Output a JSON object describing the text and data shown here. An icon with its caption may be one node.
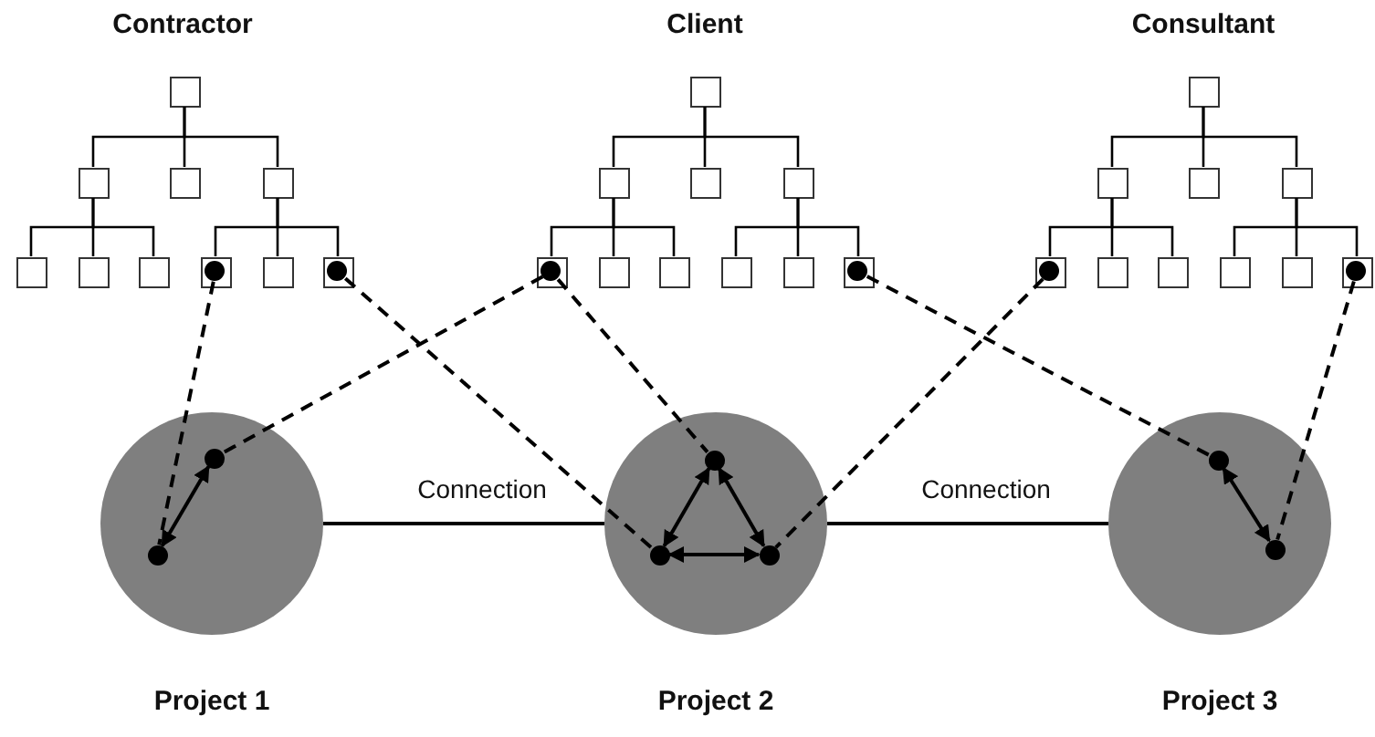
{
  "diagram": {
    "nodes": [
      {
        "text": [],
        "shape": "box"
      },
      {
        "text": [],
        "shape": "box"
      },
      {
        "text": [],
        "shape": "box"
      },
      {
        "text": [],
        "shape": "box"
      },
      {
        "text": [],
        "shape": "box"
      },
      {
        "text": [],
        "shape": "box"
      },
      {
        "text": [],
        "shape": "box"
      },
      {
        "text": [],
        "shape": "box"
      },
      {
        "text": [],
        "shape": "circle",
        "in": 7
      },
      {
        "text": [],
        "shape": "box"
      },
      {
        "text": [],
        "shape": "box"
      },
      {
        "text": [],
        "shape": "circle",
        "in": 10
      },
      {
        "text": [],
        "shape": "box"
      },
      {
        "text": [],
        "shape": "box"
      },
      {
        "text": [],
        "shape": "box"
      },
      {
        "text": [],
        "shape": "box"
      },
      {
        "text": [],
        "shape": "box"
      },
      {
        "text": [],
        "shape": "circle",
        "in": 16
      },
      {
        "text": [],
        "shape": "box"
      },
      {
        "text": [],
        "shape": "box"
      },
      {
        "text": [],
        "shape": "box"
      },
      {
        "text": [],
        "shape": "box"
      },
      {
        "text": [],
        "shape": "box"
      },
      {
        "text": [],
        "shape": "circle",
        "in": 22
      },
      {
        "text": [],
        "shape": "box"
      },
      {
        "text": [],
        "shape": "box"
      },
      {
        "text": [],
        "shape": "box"
      },
      {
        "text": [],
        "shape": "box"
      },
      {
        "text": [],
        "shape": "box"
      },
      {
        "text": [],
        "shape": "circle",
        "in": 28
      },
      {
        "text": [],
        "shape": "box"
      },
      {
        "text": [],
        "shape": "box"
      },
      {
        "text": [],
        "shape": "box"
      },
      {
        "text": [],
        "shape": "box"
      },
      {
        "text": [],
        "shape": "box"
      },
      {
        "text": [],
        "shape": "circle",
        "in": 34
      },
      {
        "text": [
          "Project 1"
        ]
      },
      {
        "text": [],
        "shape": "circle",
        "in": 36
      },
      {
        "text": [],
        "shape": "circle",
        "in": 36
      },
      {
        "text": [
          "Project 2"
        ]
      },
      {
        "text": [],
        "shape": "circle",
        "in": 39
      },
      {
        "text": [],
        "shape": "circle",
        "in": 39
      },
      {
        "text": [],
        "shape": "circle",
        "in": 39
      },
      {
        "text": [
          "Project 3"
        ]
      },
      {
        "text": [],
        "shape": "circle",
        "in": 43
      },
      {
        "text": [],
        "shape": "circle",
        "in": 43
      }
    ],
    "edges": [
      {
        "from": 0,
        "to": 1,
        "arrow": "none"
      },
      {
        "from": 0,
        "to": 2,
        "arrow": "none"
      },
      {
        "from": 0,
        "to": 3,
        "arrow": "none"
      },
      {
        "from": 1,
        "to": 4,
        "arrow": "none"
      },
      {
        "from": 1,
        "to": 5,
        "arrow": "none"
      },
      {
        "from": 1,
        "to": 6,
        "arrow": "none"
      },
      {
        "from": 3,
        "to": 7,
        "arrow": "none"
      },
      {
        "from": 3,
        "to": 9,
        "arrow": "none"
      },
      {
        "from": 3,
        "to": 10,
        "arrow": "none"
      },
      {
        "from": 12,
        "to": 13,
        "arrow": "none"
      },
      {
        "from": 12,
        "to": 14,
        "arrow": "none"
      },
      {
        "from": 12,
        "to": 15,
        "arrow": "none"
      },
      {
        "from": 13,
        "to": 16,
        "arrow": "none"
      },
      {
        "from": 13,
        "to": 18,
        "arrow": "none"
      },
      {
        "from": 13,
        "to": 19,
        "arrow": "none"
      },
      {
        "from": 15,
        "to": 20,
        "arrow": "none"
      },
      {
        "from": 15,
        "to": 21,
        "arrow": "none"
      },
      {
        "from": 15,
        "to": 22,
        "arrow": "none"
      },
      {
        "from": 24,
        "to": 25,
        "arrow": "none"
      },
      {
        "from": 24,
        "to": 26,
        "arrow": "none"
      },
      {
        "from": 24,
        "to": 27,
        "arrow": "none"
      },
      {
        "from": 25,
        "to": 28,
        "arrow": "none"
      },
      {
        "from": 25,
        "to": 30,
        "arrow": "none"
      },
      {
        "from": 25,
        "to": 31,
        "arrow": "none"
      },
      {
        "from": 27,
        "to": 32,
        "arrow": "none"
      },
      {
        "from": 27,
        "to": 33,
        "arrow": "none"
      },
      {
        "from": 27,
        "to": 34,
        "arrow": "none"
      },
      {
        "from": 8,
        "to": 38,
        "arrow": "none",
        "style": "dashed"
      },
      {
        "from": 11,
        "to": 41,
        "arrow": "none",
        "style": "dashed"
      },
      {
        "from": 17,
        "to": 37,
        "arrow": "none",
        "style": "dashed"
      },
      {
        "from": 17,
        "to": 40,
        "arrow": "none",
        "style": "dashed"
      },
      {
        "from": 23,
        "to": 44,
        "arrow": "none",
        "style": "dashed"
      },
      {
        "from": 29,
        "to": 42,
        "arrow": "none",
        "style": "dashed"
      },
      {
        "from": 35,
        "to": 45,
        "arrow": "none",
        "style": "dashed"
      },
      {
        "from": 37,
        "to": 38,
        "arrow": "both"
      },
      {
        "from": 40,
        "to": 41,
        "arrow": "both"
      },
      {
        "from": 40,
        "to": 42,
        "arrow": "both"
      },
      {
        "from": 41,
        "to": 42,
        "arrow": "both"
      },
      {
        "from": 44,
        "to": 45,
        "arrow": "both"
      },
      {
        "from": 36,
        "to": 39,
        "arrow": "none",
        "label": "Connection"
      },
      {
        "from": 39,
        "to": 43,
        "arrow": "none",
        "label": "Connection"
      }
    ],
    "labels": [
      "Contractor",
      "Client",
      "Consultant"
    ]
  }
}
